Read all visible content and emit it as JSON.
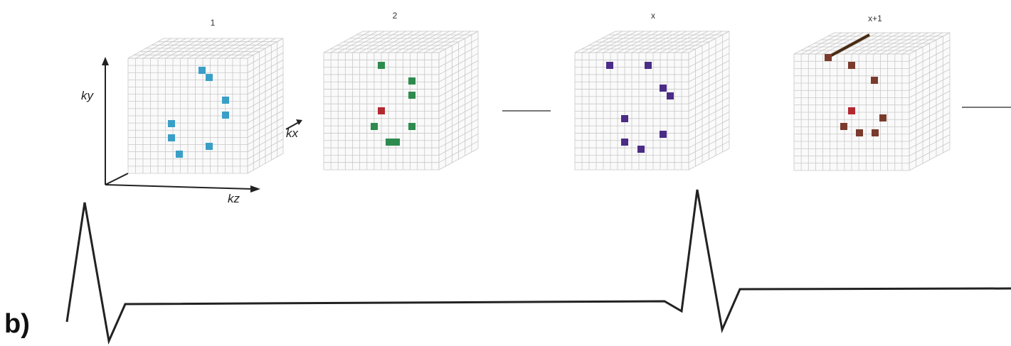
{
  "panel_label": "b)",
  "axes": {
    "ky": "ky",
    "kx": "kx",
    "kz": "kz"
  },
  "volumes": [
    {
      "label": "1",
      "color": "#3a9fc7"
    },
    {
      "label": "2",
      "color": "#2e8b4e"
    },
    {
      "label": "x",
      "color": "#4b2c86"
    },
    {
      "label": "x+1",
      "color": "#7a3b2c"
    }
  ],
  "colors": {
    "highlight_red": "#b3282f",
    "trajectory_line": "#4a2a0f",
    "grid": "#c8c8c8",
    "ecg_trace": "#222222"
  },
  "icons": [
    "ellipsis-dash",
    "ecg-trace"
  ]
}
